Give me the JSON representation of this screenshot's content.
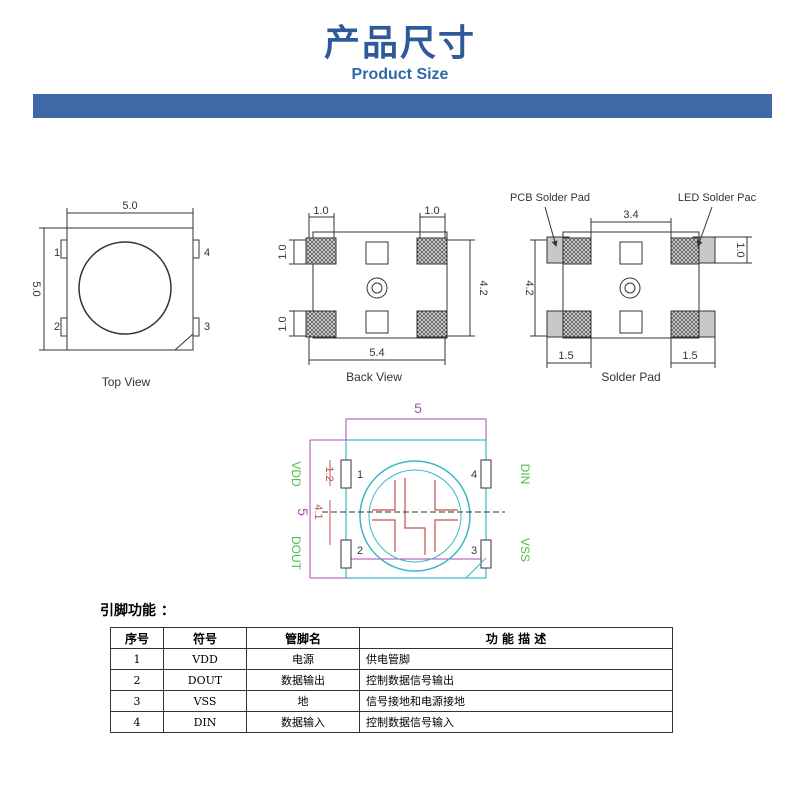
{
  "header": {
    "title_cn": "产品尺寸",
    "title_en": "Product Size"
  },
  "views": {
    "top_view": {
      "label": "Top View",
      "width": "5.0",
      "height": "5.0",
      "pins": [
        "1",
        "2",
        "3",
        "4"
      ]
    },
    "back_view": {
      "label": "Back View",
      "pad_w": "1.0",
      "pad_w2": "1.0",
      "pad_h": "1.0",
      "pad_h2": "1.0",
      "height": "4.2",
      "width": "5.4"
    },
    "solder_pad": {
      "label": "Solder Pad",
      "pcb_pad": "PCB Solder Pad",
      "led_pad": "LED Solder Pac",
      "span": "3.4",
      "height": "4.2",
      "pad_h": "1.0",
      "pad_w_left": "1.5",
      "pad_w_right": "1.5"
    },
    "pinout": {
      "width": "5",
      "height": "5",
      "pin_h": "1.2",
      "pitch": "4.1",
      "vdd": "VDD",
      "dout": "DOUT",
      "din": "DIN",
      "vss": "VSS",
      "pins": [
        "1",
        "2",
        "3",
        "4"
      ]
    }
  },
  "pin_table": {
    "title": "引脚功能 ：",
    "headers": [
      "序号",
      "符号",
      "管脚名",
      "功 能 描 述"
    ],
    "rows": [
      [
        "1",
        "VDD",
        "电源",
        "供电管脚"
      ],
      [
        "2",
        "DOUT",
        "数据输出",
        "控制数据信号输出"
      ],
      [
        "3",
        "VSS",
        "地",
        "信号接地和电源接地"
      ],
      [
        "4",
        "DIN",
        "数据输入",
        "控制数据信号输入"
      ]
    ]
  },
  "colors": {
    "brand_blue": "#2f5a9a",
    "bar": "#3f68a6",
    "outline_magenta": "#b04ab0",
    "pin_green": "#4cbf4c",
    "body_cyan": "#39b7c9",
    "trace_red": "#c0504d"
  }
}
